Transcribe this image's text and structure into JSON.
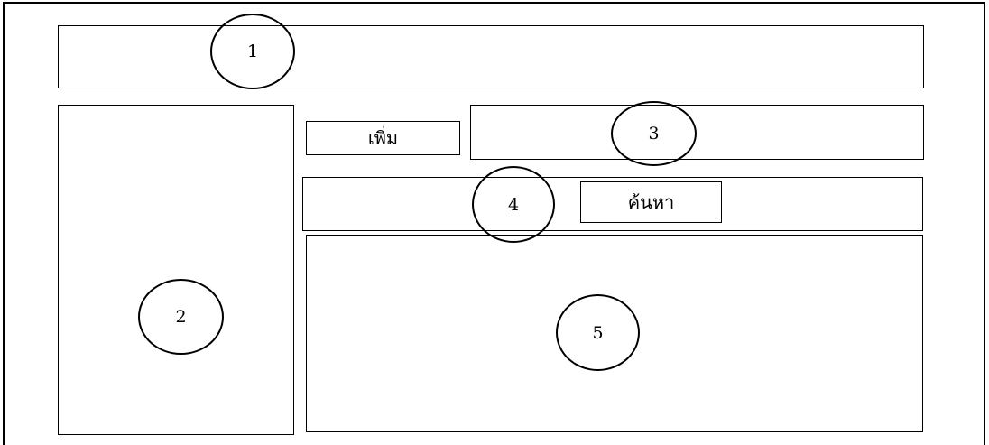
{
  "regions": [
    {
      "id": "1"
    },
    {
      "id": "2"
    },
    {
      "id": "3"
    },
    {
      "id": "4"
    },
    {
      "id": "5"
    }
  ],
  "markers": [
    "1",
    "2",
    "3",
    "4",
    "5"
  ],
  "buttons": {
    "add_label": "เพิ่ม",
    "search_label": "ค้นหา"
  }
}
